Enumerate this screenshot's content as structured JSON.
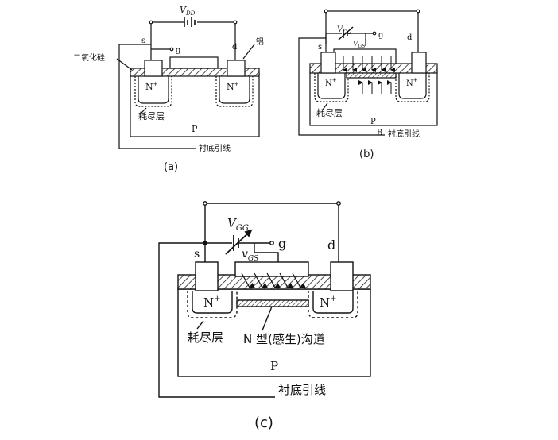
{
  "panel_a": {
    "vdd_v": "V",
    "vdd_sub": "DD",
    "s": "s",
    "g": "g",
    "d": "d",
    "oxide": "二氧化硅",
    "aluminum": "铝",
    "n1_base": "N",
    "n1_sup": "+",
    "n2_base": "N",
    "n2_sup": "+",
    "depletion": "耗尽层",
    "p": "P",
    "substrate": "衬底引线",
    "caption": "(a)"
  },
  "panel_b": {
    "vgg_v": "V",
    "vgg_sub": "GG",
    "vgs_v": "V",
    "vgs_sub": "GS",
    "s": "s",
    "g": "g",
    "d": "d",
    "n1_base": "N",
    "n1_sup": "+",
    "n2_base": "N",
    "n2_sup": "+",
    "depletion": "耗尽层",
    "p": "P",
    "b": "B",
    "substrate": "衬底引线",
    "caption": "(b)"
  },
  "panel_c": {
    "vgg_v": "V",
    "vgg_sub": "GG",
    "vgs_v": "v",
    "vgs_sub": "GS",
    "s": "s",
    "g": "g",
    "d": "d",
    "n1_base": "N",
    "n1_sup": "+",
    "n2_base": "N",
    "n2_sup": "+",
    "depletion": "耗尽层",
    "channel": "N 型(感生)沟道",
    "p": "P",
    "substrate": "衬底引线",
    "caption": "(c)"
  }
}
